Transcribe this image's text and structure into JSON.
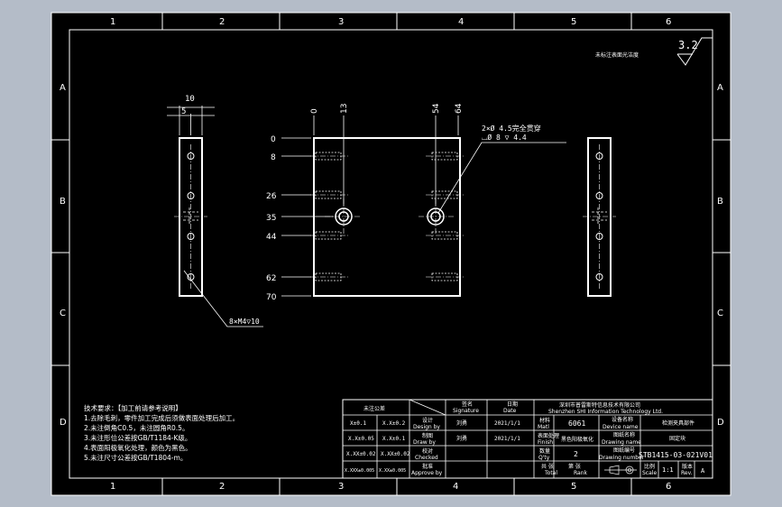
{
  "zone_numbers": [
    "1",
    "2",
    "3",
    "4",
    "5",
    "6"
  ],
  "zone_letters": [
    "A",
    "B",
    "C",
    "D"
  ],
  "roughness": "3.2",
  "top_note": "未标注表面光洁度",
  "side_left": {
    "dim_outer": "10",
    "dim_inner": "5",
    "hole_note": "8×M4▽10"
  },
  "front": {
    "x_dims": [
      "0",
      "13",
      "54",
      "64"
    ],
    "y_dims": [
      "0",
      "8",
      "26",
      "35",
      "44",
      "62",
      "70"
    ],
    "hole_note_1": "2×Ø 4.5完全贯穿",
    "hole_note_2": "⌴Ø 8 ▽ 4.4"
  },
  "tech_req": {
    "title": "技术要求：【加工前请参考说明】",
    "lines": [
      "1.去除毛刺，零件加工完成后须做表面处理后加工。",
      "2.未注倒角C0.5，未注圆角R0.5。",
      "3.未注形位公差按GB/T1184-K级。",
      "4.表面阳极氧化处理，颜色为黑色。",
      "5.未注尺寸公差按GB/T1804-m。"
    ]
  },
  "title_block": {
    "tolerance_header": "未注公差",
    "tol_rows": [
      [
        "X±0.1",
        "X.X±0.2"
      ],
      [
        "X.X±0.05",
        "X.X±0.1"
      ],
      [
        "X.XX±0.02",
        "X.XX±0.02"
      ],
      [
        "X.XXX±0.005",
        "X.XX±0.005"
      ]
    ],
    "role_labels": [
      [
        "设计",
        "Design by"
      ],
      [
        "制图",
        "Draw by"
      ],
      [
        "校对",
        "Checked"
      ],
      [
        "批准",
        "Approve by"
      ]
    ],
    "signature_header": [
      "签名",
      "Signature"
    ],
    "date_header": [
      "日期",
      "Date"
    ],
    "names": [
      "刘勇",
      "刘勇"
    ],
    "dates": [
      "2021/1/1",
      "2021/1/1"
    ],
    "company_cn": "深圳市普雷斯特信息技术有限公司",
    "company_en": "Shenzhen SHI Information Technology Ltd.",
    "material_label": [
      "材料",
      "Matl"
    ],
    "material": "6061",
    "device_label": [
      "设备名称",
      "Device name"
    ],
    "device_name": "检测夹具部件",
    "finish_label": [
      "表面处理",
      "Finish"
    ],
    "finish": "黑色阳极氧化",
    "drawing_name_label": [
      "图纸名称",
      "Drawing name"
    ],
    "drawing_name": "固定块",
    "qty_label": [
      "数量",
      "Q'ty"
    ],
    "qty": "2",
    "drawing_no_label": [
      "图纸编号",
      "Drawing number"
    ],
    "drawing_no": "STB1415-03-021V01",
    "total_label": [
      "共 张",
      "Total"
    ],
    "rank_label": [
      "第 张",
      "Rank"
    ],
    "scale_label": [
      "比例",
      "Scale"
    ],
    "scale": "1:1",
    "rev_label": [
      "版本",
      "Rev."
    ],
    "rev": "A"
  }
}
